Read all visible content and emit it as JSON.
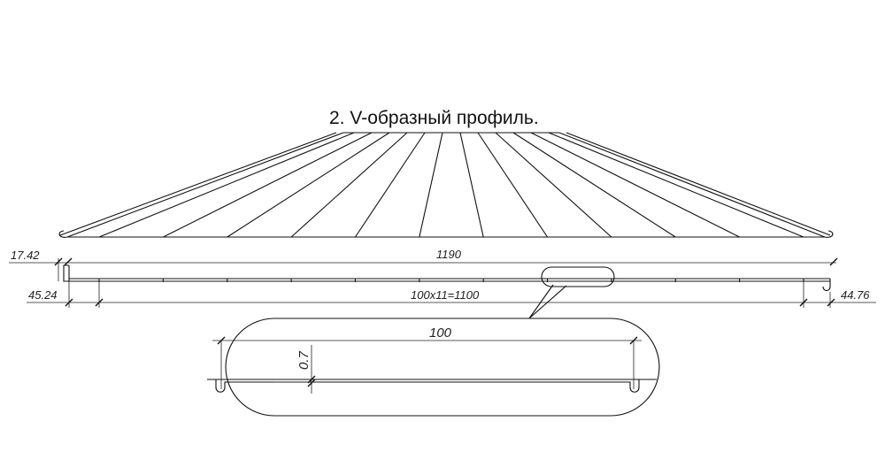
{
  "title": "2. V-образный профиль.",
  "dimensions": {
    "top_height": "17.42",
    "total_width": "1190",
    "left_height": "45.24",
    "module": "100x11=1100",
    "right_height": "44.76",
    "detail_width": "100",
    "detail_thickness": "0.7"
  },
  "profile": {
    "rib_count": 11,
    "rib_pitch_mm": 100
  }
}
